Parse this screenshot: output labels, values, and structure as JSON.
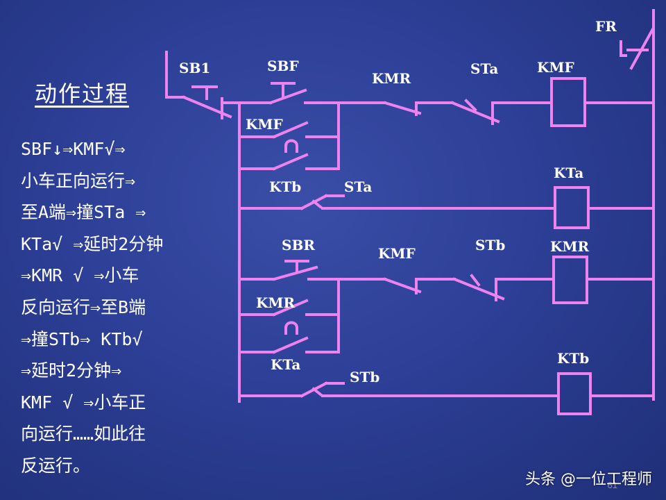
{
  "colors": {
    "wire": "#ee82ee",
    "background": "#2d3f96",
    "text": "#ffffff"
  },
  "title": "动作过程",
  "steps": [
    "SBF↓⇒KMF√⇒",
    "小车正向运行⇒",
    "至A端⇒撞STa ⇒",
    "KTa√ ⇒延时2分钟",
    "⇒KMR √ ⇒小车",
    "反向运行⇒至B端",
    "⇒撞STb⇒ KTb√",
    "⇒延时2分钟⇒",
    "KMF √ ⇒小车正",
    "向运行……如此往",
    "反运行。"
  ],
  "diagram": {
    "labels": {
      "fr": "FR",
      "sb1": "SB1",
      "sbf": "SBF",
      "kmr_nc_rung1": "KMR",
      "sta_nc_rung1": "STa",
      "kmf_coil": "KMF",
      "kmf_aux": "KMF",
      "ktb_contact": "KTb",
      "sta_no": "STa",
      "kta_coil": "KTa",
      "sbr": "SBR",
      "kmf_nc_rung3": "KMF",
      "stb_nc_rung3": "STb",
      "kmr_coil": "KMR",
      "kmr_aux": "KMR",
      "kta_contact": "KTa",
      "stb_no": "STb",
      "ktb_coil": "KTb"
    }
  },
  "watermark": "头条 @一位工程师",
  "page_number": "61"
}
